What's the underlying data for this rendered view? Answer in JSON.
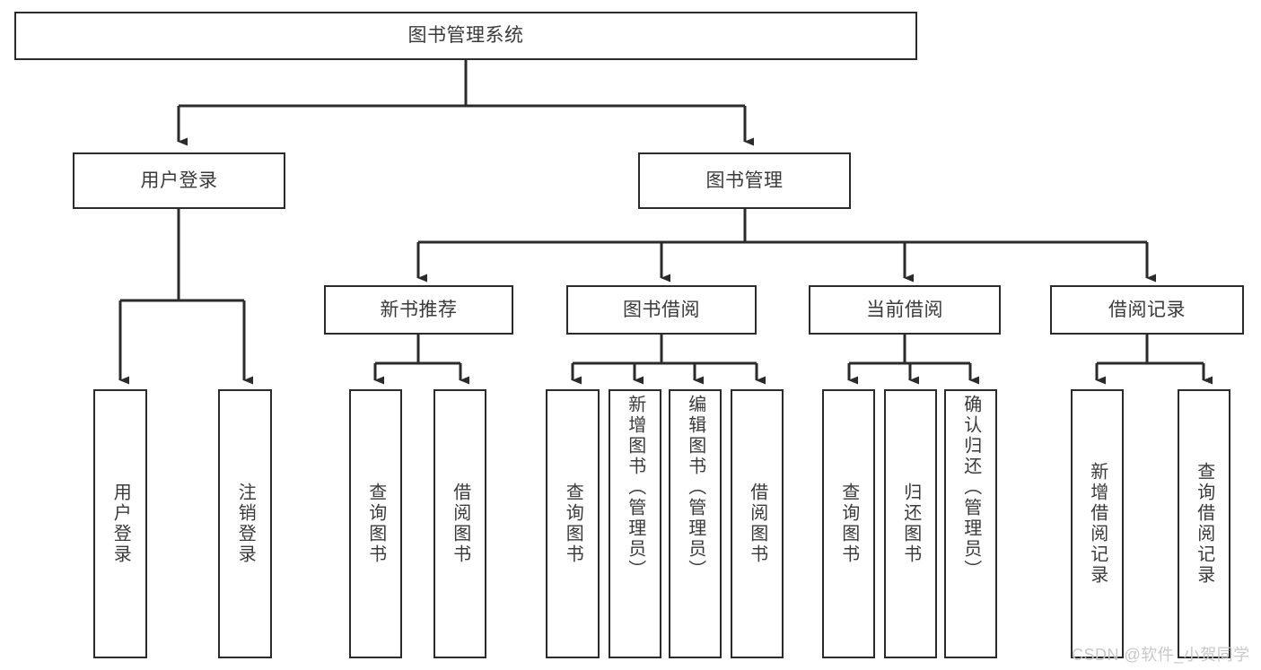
{
  "diagram": {
    "type": "tree",
    "title": "图书管理系统",
    "style": {
      "box_border_color": "#2b2b2b",
      "box_fill_color": "#ffffff",
      "connector_color": "#2b2b2b",
      "text_color": "#3a3a3a",
      "background": "#ffffff"
    },
    "levels": {
      "root": {
        "label": "图书管理系统"
      },
      "level2": [
        {
          "label": "用户登录"
        },
        {
          "label": "图书管理"
        }
      ],
      "level3": [
        {
          "label": "新书推荐"
        },
        {
          "label": "图书借阅"
        },
        {
          "label": "当前借阅"
        },
        {
          "label": "借阅记录"
        }
      ],
      "leaves": [
        {
          "label": "用户登录",
          "parent": "用户登录"
        },
        {
          "label": "注销登录",
          "parent": "用户登录"
        },
        {
          "label": "查询图书",
          "parent": "新书推荐"
        },
        {
          "label": "借阅图书",
          "parent": "新书推荐"
        },
        {
          "label": "查询图书",
          "parent": "图书借阅"
        },
        {
          "label": "新增图书（管理员）",
          "parent": "图书借阅"
        },
        {
          "label": "编辑图书（管理员）",
          "parent": "图书借阅"
        },
        {
          "label": "借阅图书",
          "parent": "图书借阅"
        },
        {
          "label": "查询图书",
          "parent": "当前借阅"
        },
        {
          "label": "归还图书",
          "parent": "当前借阅"
        },
        {
          "label": "确认归还（管理员）",
          "parent": "当前借阅"
        },
        {
          "label": "新增借阅记录",
          "parent": "借阅记录"
        },
        {
          "label": "查询借阅记录",
          "parent": "借阅记录"
        }
      ]
    }
  },
  "watermark": {
    "text": "CSDN @软件_小贺同学"
  }
}
